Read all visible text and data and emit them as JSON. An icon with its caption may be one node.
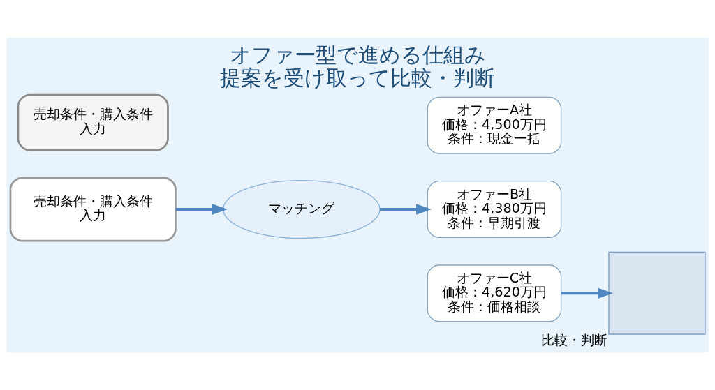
{
  "diagram": {
    "title": "オファー型で進める仕組み",
    "caption": "提案を受け取って比較・判断",
    "nodes": [
      {
        "text": [
          "売却条件・購入条件",
          "入力"
        ]
      },
      {
        "text": [
          "売却条件・購入条件",
          "入力"
        ]
      },
      {
        "text": [
          "マッチング"
        ]
      },
      {
        "text": [
          "オファーA社",
          "価格：4,500万円",
          "条件：現金一括"
        ]
      },
      {
        "text": [
          "オファーB社",
          "価格：4,380万円",
          "条件：早期引渡"
        ]
      },
      {
        "text": [
          "オファーC社",
          "価格：4,620万円",
          "条件：価格相談"
        ]
      },
      {
        "text": [],
        "shape": "box",
        "beside": [
          "比較・判断"
        ]
      }
    ],
    "edges": [
      {
        "from": 0,
        "to": 2,
        "arrow": "to"
      },
      {
        "from": 2,
        "to": 4,
        "arrow": "to"
      },
      {
        "from": 5,
        "to": 6,
        "arrow": "to"
      }
    ]
  }
}
